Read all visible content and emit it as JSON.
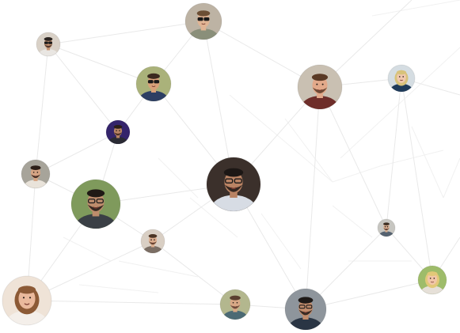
{
  "network": {
    "nodes": [
      {
        "id": "n1",
        "name": "avatar-man-sunglasses-top",
        "skin": "#e0b494",
        "hair": "#6b4e34",
        "bg": "#bdb3a4",
        "shirt": "#8a8f7a",
        "beard": false,
        "glasses": "sun"
      },
      {
        "id": "n2",
        "name": "avatar-man-beanie",
        "skin": "#c69472",
        "hair": "#2b2420",
        "bg": "#d9d1c7",
        "shirt": "#e9e6e2",
        "beard": true,
        "glasses": "sun"
      },
      {
        "id": "n3",
        "name": "avatar-man-sunglasses-trees",
        "skin": "#d8a27a",
        "hair": "#3a2a1f",
        "bg": "#aab27a",
        "shirt": "#2c3e63",
        "beard": false,
        "glasses": "sun"
      },
      {
        "id": "n4",
        "name": "avatar-man-bearded-large",
        "skin": "#e2a98a",
        "hair": "#5a3a26",
        "bg": "#c9c0b2",
        "shirt": "#6e2e2a",
        "beard": true,
        "glasses": "none"
      },
      {
        "id": "n5",
        "name": "avatar-woman-blonde-short",
        "skin": "#f0c8ae",
        "hair": "#d8c27a",
        "bg": "#d5dde2",
        "shirt": "#1f3b5a",
        "beard": false,
        "glasses": "none"
      },
      {
        "id": "n6",
        "name": "avatar-man-dark-background",
        "skin": "#b88464",
        "hair": "#2a1d16",
        "bg": "#34246b",
        "shirt": "#2a2a33",
        "beard": true,
        "glasses": "none"
      },
      {
        "id": "n7",
        "name": "avatar-man-smiling-left",
        "skin": "#d5a484",
        "hair": "#2d2019",
        "bg": "#a7a49a",
        "shirt": "#e9e3da",
        "beard": true,
        "glasses": "none"
      },
      {
        "id": "n8",
        "name": "avatar-man-glasses-center",
        "skin": "#b98364",
        "hair": "#1c1715",
        "bg": "#3b302b",
        "shirt": "#d7dce4",
        "beard": true,
        "glasses": "clear"
      },
      {
        "id": "n9",
        "name": "avatar-man-glasses-green",
        "skin": "#bd8c6c",
        "hair": "#1f1915",
        "bg": "#7f9a5c",
        "shirt": "#3a3f45",
        "beard": true,
        "glasses": "clear"
      },
      {
        "id": "n10",
        "name": "avatar-man-small-middle",
        "skin": "#dcae8f",
        "hair": "#4b3424",
        "bg": "#d9cfc4",
        "shirt": "#7b6e64",
        "beard": true,
        "glasses": "none"
      },
      {
        "id": "n11",
        "name": "avatar-man-small-right",
        "skin": "#dbb092",
        "hair": "#3d2e22",
        "bg": "#c7c6c1",
        "shirt": "#556270",
        "beard": true,
        "glasses": "none"
      },
      {
        "id": "n12",
        "name": "avatar-woman-curly-hair",
        "skin": "#eab99c",
        "hair": "#8c5a36",
        "bg": "#efe3d7",
        "shirt": "#f4efea",
        "beard": false,
        "glasses": "none"
      },
      {
        "id": "n13",
        "name": "avatar-man-outdoor-bottom",
        "skin": "#d8a886",
        "hair": "#5a4030",
        "bg": "#b3b78e",
        "shirt": "#4c6a74",
        "beard": true,
        "glasses": "none"
      },
      {
        "id": "n14",
        "name": "avatar-man-glasses-suit",
        "skin": "#c18c6c",
        "hair": "#1e1a18",
        "bg": "#8e959c",
        "shirt": "#2a3544",
        "beard": true,
        "glasses": "clear"
      },
      {
        "id": "n15",
        "name": "avatar-woman-blonde-long",
        "skin": "#f1c6a8",
        "hair": "#e2c878",
        "bg": "#9ebc6a",
        "shirt": "#e6e0d8",
        "beard": false,
        "glasses": "none"
      }
    ],
    "links": [
      [
        "n1",
        "n4"
      ],
      [
        "n1",
        "n3"
      ],
      [
        "n1",
        "n8"
      ],
      [
        "n2",
        "n6"
      ],
      [
        "n2",
        "n3"
      ],
      [
        "n3",
        "n6"
      ],
      [
        "n3",
        "n8"
      ],
      [
        "n4",
        "n5"
      ],
      [
        "n4",
        "n8"
      ],
      [
        "n4",
        "n11"
      ],
      [
        "n5",
        "n11"
      ],
      [
        "n5",
        "n15"
      ],
      [
        "n6",
        "n7"
      ],
      [
        "n6",
        "n9"
      ],
      [
        "n7",
        "n9"
      ],
      [
        "n7",
        "n12"
      ],
      [
        "n8",
        "n9"
      ],
      [
        "n8",
        "n14"
      ],
      [
        "n8",
        "n10"
      ],
      [
        "n9",
        "n10"
      ],
      [
        "n9",
        "n12"
      ],
      [
        "n10",
        "n13"
      ],
      [
        "n10",
        "n12"
      ],
      [
        "n12",
        "n13"
      ],
      [
        "n13",
        "n14"
      ],
      [
        "n14",
        "n15"
      ],
      [
        "n11",
        "n15"
      ],
      [
        "n11",
        "n14"
      ],
      [
        "n4",
        "n14"
      ],
      [
        "n2",
        "n7"
      ],
      [
        "n1",
        "n2"
      ],
      [
        "n5",
        "x1"
      ],
      [
        "n4",
        "x2"
      ],
      [
        "n15",
        "x3"
      ]
    ],
    "link_color": "#e9e9e9"
  }
}
